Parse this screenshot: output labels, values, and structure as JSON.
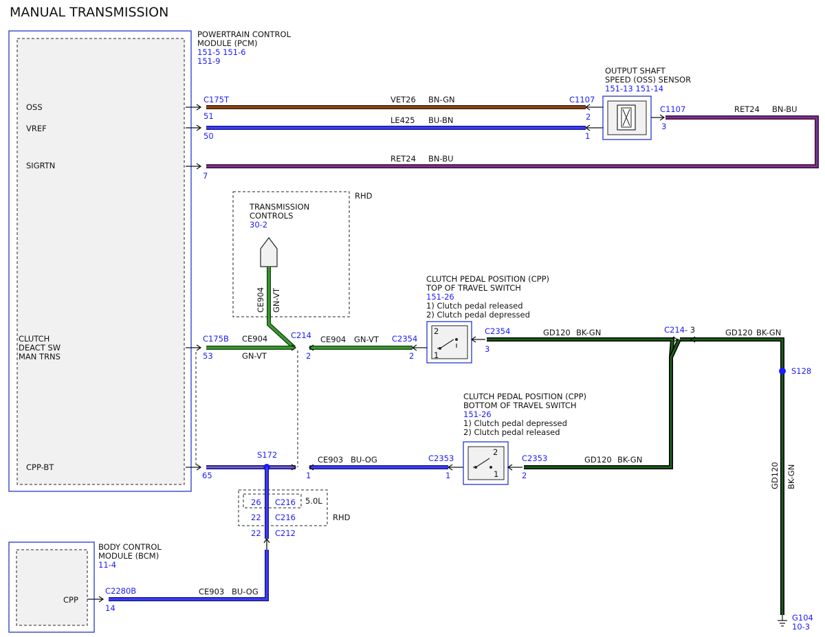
{
  "title": "MANUAL TRANSMISSION",
  "colors": {
    "brown": "#7a3b12",
    "blue": "#2b2bd9",
    "violet_red": "#7b1d5c",
    "green": "#3a8a2a",
    "dark_green": "#0f3a12",
    "purple": "#4b2aa8",
    "ref_blue": "#1a1aff",
    "box_blue": "#3344cc"
  },
  "pcm": {
    "name_line1": "POWERTRAIN CONTROL",
    "name_line2": "MODULE (PCM)",
    "ref_line1": "151-5   151-6",
    "ref_line2": "151-9",
    "pins": {
      "oss": "OSS",
      "vref": "VREF",
      "sigrtn": "SIGRTN",
      "clutch_line1": "CLUTCH",
      "clutch_line2": "DEACT SW",
      "clutch_line3": "MAN TRNS",
      "cpp_bt": "CPP-BT"
    }
  },
  "oss_sensor": {
    "name_line1": "OUTPUT SHAFT",
    "name_line2": "SPEED (OSS) SENSOR",
    "ref": "151-13   151-14"
  },
  "transmission_controls": {
    "name_line1": "TRANSMISSION",
    "name_line2": "CONTROLS",
    "ref": "30-2",
    "tag": "RHD",
    "circuit": "CE904",
    "color": "GN-VT"
  },
  "cpp_top": {
    "name_line1": "CLUTCH PEDAL POSITION (CPP)",
    "name_line2": "TOP OF TRAVEL SWITCH",
    "ref": "151-26",
    "note1": "1) Clutch pedal released",
    "note2": "2) Clutch pedal depressed",
    "pos1": "1",
    "pos2": "2"
  },
  "cpp_bottom": {
    "name_line1": "CLUTCH PEDAL POSITION (CPP)",
    "name_line2": "BOTTOM OF TRAVEL SWITCH",
    "ref": "151-26",
    "note1": "1) Clutch pedal depressed",
    "note2": "2) Clutch pedal released",
    "pos1": "1",
    "pos2": "2"
  },
  "bcm": {
    "name_line1": "BODY CONTROL",
    "name_line2": "MODULE (BCM)",
    "ref": "11-4",
    "pin": "CPP",
    "connector": "C2280B",
    "pin_no": "14"
  },
  "wires": {
    "oss": {
      "connector_start": "C175T",
      "pin_start": "51",
      "circuit": "VET26",
      "color": "BN-GN",
      "connector_end": "C1107",
      "pin_end": "2"
    },
    "vref": {
      "pin_start": "50",
      "circuit": "LE425",
      "color": "BU-BN",
      "pin_end": "1"
    },
    "sigrtn": {
      "pin_start": "7",
      "circuit": "RET24",
      "color": "BN-BU"
    },
    "oss_ret": {
      "connector": "C1107",
      "pin": "3",
      "circuit": "RET24",
      "color": "BN-BU"
    },
    "clutch": {
      "connector_start": "C175B",
      "pin_start": "53",
      "circuit": "CE904",
      "color": "GN-VT",
      "c214": "C214",
      "c214_pin": "2",
      "circuit2": "CE904",
      "color2": "GN-VT",
      "c2354": "C2354",
      "c2354_pin": "2"
    },
    "cpp_top_out": {
      "connector": "C2354",
      "pin": "3",
      "circuit": "GD120",
      "color": "BK-GN",
      "c214": "C214",
      "c214_pin": "- 3",
      "circuit2": "GD120",
      "color2": "BK-GN"
    },
    "ground": {
      "splice": "S128",
      "circuit": "GD120",
      "color": "BK-GN",
      "ground": "G104",
      "ground_ref": "10-3"
    },
    "cpp_bt": {
      "pin_start": "65",
      "splice": "S172",
      "pin_mid": "1",
      "circuit": "CE903",
      "color": "BU-OG",
      "connector_end": "C2353",
      "pin_end": "1"
    },
    "cpp_bottom_out": {
      "connector": "C2353",
      "pin": "2",
      "circuit": "GD120",
      "color": "BK-GN"
    },
    "bcm_link": {
      "c216a_pin": "26",
      "c216a": "C216",
      "engine": "5.0L",
      "c216b_pin": "22",
      "c216b": "C216",
      "rhd": "RHD",
      "c212_pin": "22",
      "c212": "C212",
      "circuit": "CE903",
      "color": "BU-OG"
    }
  }
}
